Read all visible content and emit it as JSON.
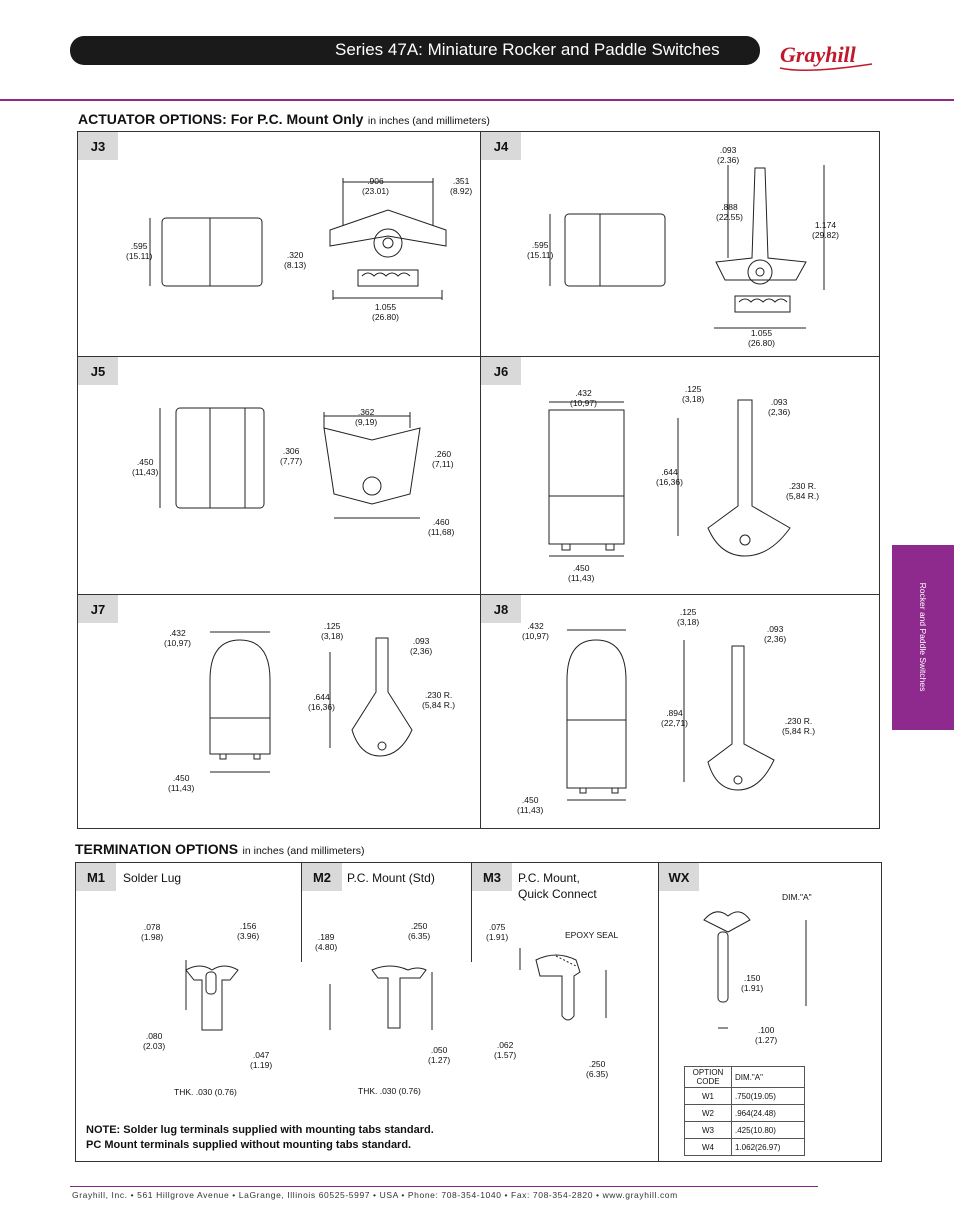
{
  "header": {
    "title": "Series 47A: Miniature Rocker and Paddle Switches",
    "logo_text": "Grayhill",
    "logo_color": "#c0192b"
  },
  "side_tab": {
    "text": "Rocker and Paddle Switches",
    "color": "#8e2a8e"
  },
  "actuator": {
    "title": "ACTUATOR OPTIONS: For P.C. Mount Only",
    "subtitle": "in inches (and millimeters)",
    "cells": [
      {
        "code": "J3",
        "dims": [
          {
            "v": ".906",
            "m": "(23.01)"
          },
          {
            "v": ".351",
            "m": "(8.92)"
          },
          {
            "v": ".595",
            "m": "(15.11)"
          },
          {
            "v": ".320",
            "m": "(8.13)"
          },
          {
            "v": "1.055",
            "m": "(26.80)"
          }
        ]
      },
      {
        "code": "J4",
        "dims": [
          {
            "v": ".093",
            "m": "(2.36)"
          },
          {
            "v": ".888",
            "m": "(22.55)"
          },
          {
            "v": "1.174",
            "m": "(29.82)"
          },
          {
            "v": ".595",
            "m": "(15.11)"
          },
          {
            "v": "1.055",
            "m": "(26.80)"
          }
        ]
      },
      {
        "code": "J5",
        "dims": [
          {
            "v": ".362",
            "m": "(9,19)"
          },
          {
            "v": ".306",
            "m": "(7,77)"
          },
          {
            "v": ".260",
            "m": "(7,11)"
          },
          {
            "v": ".450",
            "m": "(11,43)"
          },
          {
            "v": ".460",
            "m": "(11,68)"
          }
        ]
      },
      {
        "code": "J6",
        "dims": [
          {
            "v": ".432",
            "m": "(10,97)"
          },
          {
            "v": ".125",
            "m": "(3,18)"
          },
          {
            "v": ".093",
            "m": "(2,36)"
          },
          {
            "v": ".644",
            "m": "(16,36)"
          },
          {
            "v": ".230 R.",
            "m": "(5,84 R.)"
          },
          {
            "v": ".450",
            "m": "(11,43)"
          }
        ]
      },
      {
        "code": "J7",
        "dims": [
          {
            "v": ".432",
            "m": "(10,97)"
          },
          {
            "v": ".125",
            "m": "(3,18)"
          },
          {
            "v": ".093",
            "m": "(2,36)"
          },
          {
            "v": ".644",
            "m": "(16,36)"
          },
          {
            "v": ".230 R.",
            "m": "(5,84 R.)"
          },
          {
            "v": ".450",
            "m": "(11,43)"
          }
        ]
      },
      {
        "code": "J8",
        "dims": [
          {
            "v": ".432",
            "m": "(10,97)"
          },
          {
            "v": ".125",
            "m": "(3,18)"
          },
          {
            "v": ".093",
            "m": "(2,36)"
          },
          {
            "v": ".894",
            "m": "(22,71)"
          },
          {
            "v": ".230 R.",
            "m": "(5,84 R.)"
          },
          {
            "v": ".450",
            "m": "(11,43)"
          }
        ]
      }
    ]
  },
  "termination": {
    "title": "TERMINATION OPTIONS",
    "subtitle": "in inches (and millimeters)",
    "cells": [
      {
        "code": "M1",
        "name": "Solder Lug",
        "thk": "THK. .030 (0.76)",
        "dims": [
          {
            "v": ".078",
            "m": "(1.98)"
          },
          {
            "v": ".156",
            "m": "(3.96)"
          },
          {
            "v": ".080",
            "m": "(2.03)"
          },
          {
            "v": ".047",
            "m": "(1.19)"
          }
        ]
      },
      {
        "code": "M2",
        "name": "P.C. Mount (Std)",
        "thk": "THK. .030 (0.76)",
        "dims": [
          {
            "v": ".189",
            "m": "(4.80)"
          },
          {
            "v": ".250",
            "m": "(6.35)"
          },
          {
            "v": ".050",
            "m": "(1.27)"
          }
        ]
      },
      {
        "code": "M3",
        "name": "P.C. Mount,\nQuick Connect",
        "epoxy": "EPOXY SEAL",
        "dims": [
          {
            "v": ".075",
            "m": "(1.91)"
          },
          {
            "v": ".062",
            "m": "(1.57)"
          },
          {
            "v": ".250",
            "m": "(6.35)"
          }
        ]
      },
      {
        "code": "WX",
        "name": "",
        "dim_a": "DIM.\"A\"",
        "dims": [
          {
            "v": ".150",
            "m": "(1.91)"
          },
          {
            "v": ".100",
            "m": "(1.27)"
          }
        ]
      }
    ],
    "table": {
      "header_code": "OPTION\nCODE",
      "header_val": "DIM.\"A\"",
      "rows": [
        {
          "code": "W1",
          "val": ".750(19.05)"
        },
        {
          "code": "W2",
          "val": ".964(24.48)"
        },
        {
          "code": "W3",
          "val": ".425(10.80)"
        },
        {
          "code": "W4",
          "val": "1.062(26.97)"
        }
      ]
    },
    "note_1": "NOTE: Solder lug terminals supplied with mounting tabs standard.",
    "note_2": "PC Mount terminals supplied without mounting tabs standard."
  },
  "footer": "Grayhill, Inc. • 561 Hillgrove Avenue • LaGrange, Illinois 60525-5997 • USA • Phone: 708-354-1040 • Fax: 708-354-2820 • www.grayhill.com"
}
